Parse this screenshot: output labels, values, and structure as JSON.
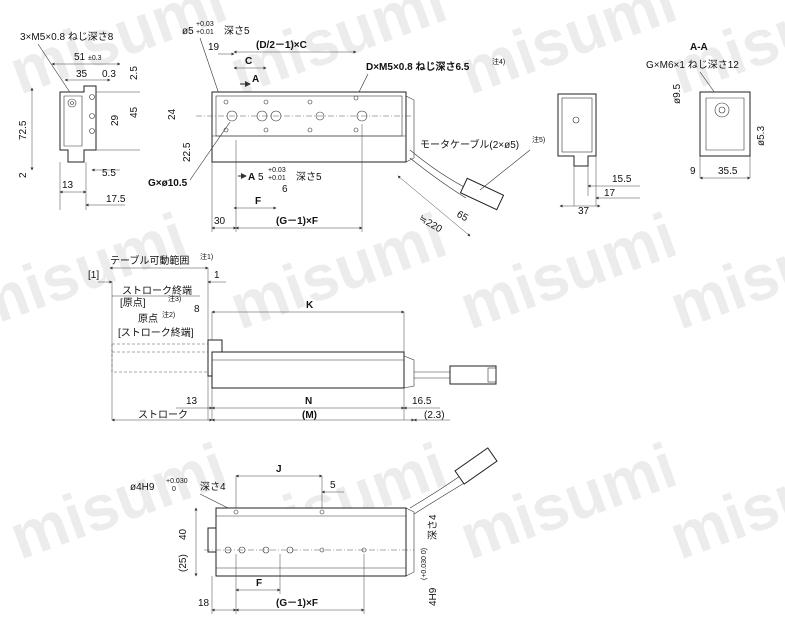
{
  "watermark": "misumi",
  "top_left": {
    "holes_note": "3×M5×0.8 ねじ深さ8",
    "dim_51": "51",
    "dim_51_tol": "±0.3",
    "dim_35": "35",
    "dim_0_3": "0.3",
    "dim_2_5": "2.5",
    "dim_45": "45",
    "dim_29": "29",
    "dim_72_5": "72.5",
    "dim_2": "2",
    "dim_5_5": "5.5",
    "dim_13": "13",
    "dim_17_5": "17.5"
  },
  "top_center": {
    "pin_hole": "ø5",
    "pin_hole_tol_upper": "+0.03",
    "pin_hole_tol_lower": "+0.01",
    "pin_hole_depth": "深さ5",
    "dim_19": "19",
    "dim_d": "(D/2－1)×C",
    "dim_c": "C",
    "section_a": "A",
    "section_a_lower": "A",
    "dim_24": "24",
    "dim_22_5": "22.5",
    "d_holes": "D×M5×0.8 ねじ深さ6.5",
    "d_holes_note": "注4)",
    "g_holes": "G×ø10.5",
    "slot_5": "5",
    "slot_tol_upper": "+0.03",
    "slot_tol_lower": "+0.01",
    "slot_depth": "深さ5",
    "dim_6": "6",
    "dim_f": "F",
    "dim_30": "30",
    "dim_gf": "(G－1)×F",
    "motor_cable": "モータケーブル(2×ø5)",
    "motor_cable_note": "注5)",
    "dim_65": "65",
    "dim_220": "≒220"
  },
  "top_right": {
    "end_dim_15_5": "15.5",
    "end_dim_17": "17",
    "end_dim_37": "37",
    "section_title": "A-A",
    "g_tap": "G×M6×1 ねじ深さ12",
    "dim_9_5": "ø9.5",
    "dim_5_3": "ø5.3",
    "dim_9": "9",
    "dim_35_5": "35.5"
  },
  "middle": {
    "table_range": "テーブル可動範囲",
    "table_range_note": "注1)",
    "bracket_1": "[1]",
    "dim_1": "1",
    "stroke_end": "ストローク終端",
    "origin_bracket": "[原点]",
    "origin_bracket_note": "注3)",
    "dim_8": "8",
    "origin": "原点",
    "origin_note": "注2)",
    "stroke_end_bracket": "[ストローク終端]",
    "dim_k": "K",
    "dim_13": "13",
    "dim_n": "N",
    "dim_16_5": "16.5",
    "stroke": "ストローク",
    "dim_m": "(M)",
    "dim_2_3": "(2.3)"
  },
  "bottom": {
    "pin_4h9": "ø4H9",
    "pin_tol_upper": "+0.030",
    "pin_tol_lower": "0",
    "pin_depth": "深さ4",
    "dim_j": "J",
    "dim_5": "5",
    "dim_40": "40",
    "dim_25": "(25)",
    "dim_f": "F",
    "dim_18": "18",
    "dim_gf": "(G－1)×F",
    "side_4h9": "4H9",
    "side_tol": "(+0.030 0)",
    "side_depth": "深さ4"
  }
}
